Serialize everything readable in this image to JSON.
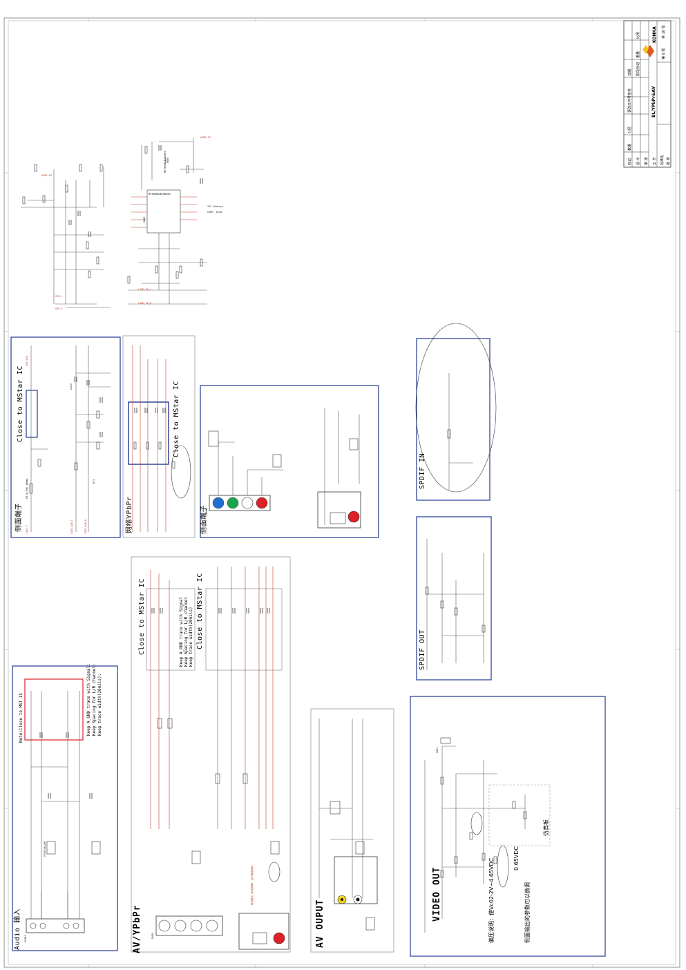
{
  "page_title": "",
  "sections": {
    "audio_input": "Audio 输入",
    "av_ypbpr": "AV/YPbPr",
    "av_output": "AV OUPUT",
    "video_out": "VIDEO OUT",
    "side_terminal_1": "侧面端子",
    "side_terminal_2": "侧面端子",
    "network_ypbpr": "网络YPbPr",
    "spdif_in": "SPDIF IN",
    "spdif_out": "SPDIF OUT"
  },
  "notes": {
    "close_mstar_1": "Close to MStar IC",
    "close_mstar_2": "Close to MStar IC",
    "close_mstar_3": "Close to MStar IC",
    "close_mstar_4": "Close to MStar IC",
    "note_close_mst": "Note:Close to MST IC",
    "keep_trace_1": "Keep A_GND trace with Signal",
    "keep_trace_2": "Keep Spacing for L/R channel",
    "keep_trace_3": "Keep trace width(20mils)",
    "keep_trace_4": "Keep A_GND trace with Signal:",
    "keep_trace_5": "Keep Spacing for L/R channel:",
    "keep_trace_6": "Keep trace width(20mils):",
    "video_note_1": "偏压说明：使Vc02-2V~4.65VDC",
    "video_note_2": "侧面输出的参数可以微调",
    "video_note_3": "0.65VDC",
    "video_note_4": "仿真板",
    "av_note": "射频输出 请勿漏焊R，且不要使用NC-"
  },
  "components": {
    "j_audio": "JS601",
    "j_avypbpr": "JS603",
    "j_side": "JS602",
    "ic_main": "U601",
    "ic_part": "MST9U88LB/R6303",
    "l_video": "L601",
    "fb": "FB_W_Ohm_100mA",
    "d_esd": "PESD5V0L2BT",
    "r_75": "R75",
    "c_22uf": "C22uF"
  },
  "title_block": {
    "company": "KONKA",
    "model": "BL/YPbPr&AV",
    "sheet": "第 6 张",
    "total": "共 10 张",
    "r_mark": "标记",
    "r_count": "数量",
    "r_zone": "分区",
    "r_doc": "更改文件号",
    "r_sign": "签名",
    "r_date": "日期",
    "r_design": "设 计",
    "r_check": "审 核",
    "r_craft": "工 艺",
    "r_std": "标准化",
    "r_approve": "批 准",
    "r_stage": "阶段标记",
    "r_weight": "重量",
    "r_ratio": "比例"
  },
  "colors": {
    "wire": "#5a5a5a",
    "net": "#c0392b",
    "box": "#1f3a93",
    "pink": "#e0407a",
    "blue": "#1f6fd1",
    "green": "#1aa34a",
    "red": "#e01f28",
    "yellow": "#f2d51b"
  }
}
